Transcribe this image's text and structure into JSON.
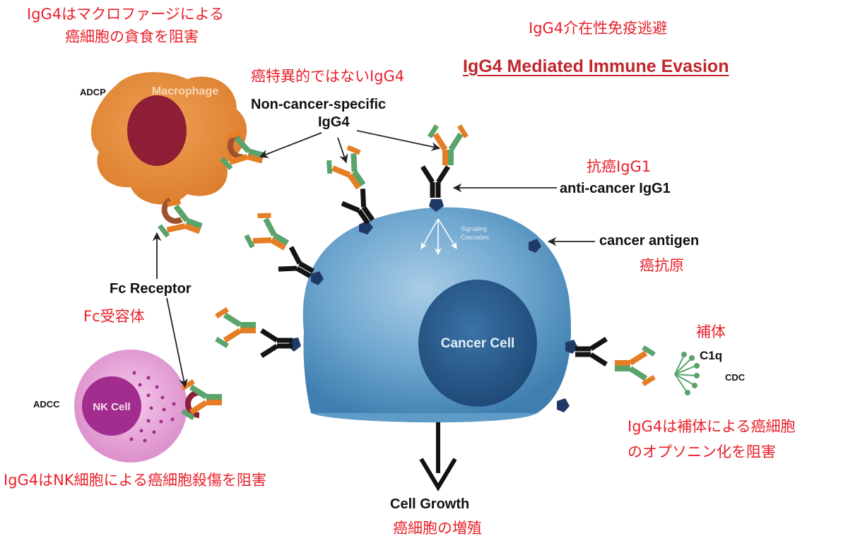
{
  "title_jp": "IgG4介在性免疫逃避",
  "title_en": "IgG4 Mediated Immune Evasion",
  "macrophage": {
    "adcp_label": "ADCP",
    "cell_label": "Macrophage",
    "note_jp_line1": "IgG4はマクロファージによる",
    "note_jp_line2": "癌細胞の貪食を阻害"
  },
  "non_cancer_igg4": {
    "jp": "癌特異的ではないIgG4",
    "en_line1": "Non-cancer-specific",
    "en_line2": "IgG4"
  },
  "anti_cancer_igg1": {
    "jp": "抗癌IgG1",
    "en": "anti-cancer IgG1"
  },
  "cancer_antigen": {
    "en": "cancer antigen",
    "jp": "癌抗原"
  },
  "fc_receptor": {
    "en": "Fc Receptor",
    "jp": "Fc受容体"
  },
  "cancer_cell": {
    "label": "Cancer Cell",
    "signaling_line1": "Signaling",
    "signaling_line2": "Cascades"
  },
  "complement": {
    "jp": "補体",
    "c1q": "C1q",
    "cdc": "CDC",
    "note_jp_line1": "IgG4は補体による癌細胞",
    "note_jp_line2": "のオプソニン化を阻害"
  },
  "nk_cell": {
    "adcc_label": "ADCC",
    "cell_label": "NK Cell",
    "note_jp": "IgG4はNK細胞による癌細胞殺傷を阻害"
  },
  "cell_growth": {
    "en": "Cell Growth",
    "jp": "癌細胞の増殖"
  },
  "colors": {
    "annotation_red": "#e8202a",
    "title_red": "#c0262c",
    "macrophage": "#e08a3c",
    "macrophage_nucleus": "#8e1e35",
    "cancer_cell": "#5e9bc6",
    "cancer_nucleus": "#2a5b8c",
    "nk_cell": "#e9a6d9",
    "nk_nucleus": "#a32d8e",
    "igg4_orange": "#e57d24",
    "igg4_green": "#5aa36b",
    "igg1_black": "#141414",
    "antigen": "#1f3a66"
  }
}
